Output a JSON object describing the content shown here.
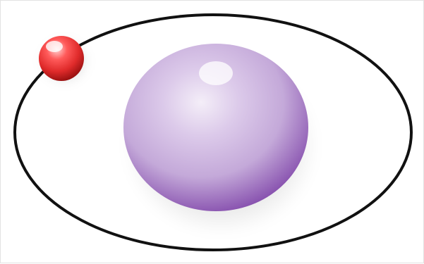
{
  "diagram": {
    "kind": "atom-orbit",
    "labels": [],
    "colors": {
      "background": "#ffffff",
      "frame": "#e3e3e3",
      "orbit": "#111111",
      "nucleus_highlight": "#f4eef8",
      "nucleus_mid": "#c4a9d9",
      "nucleus_base": "#9a67c0",
      "nucleus_edge": "#7b3fa6",
      "electron_highlight": "#ffd4d4",
      "electron_mid": "#e02b2b",
      "electron_edge": "#8e0c0c"
    },
    "items": {
      "orbit": "orbit-ellipse",
      "nucleus": "nucleus-sphere",
      "electron": "electron-sphere"
    }
  }
}
